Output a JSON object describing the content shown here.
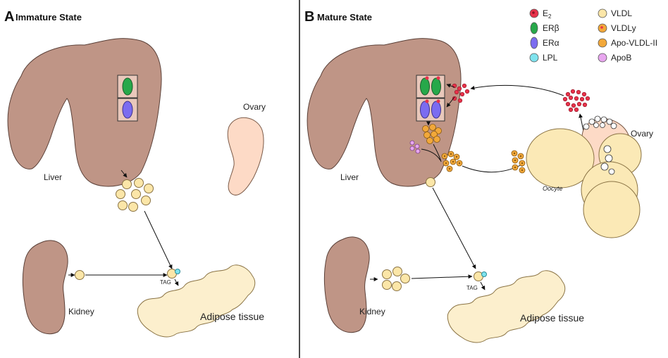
{
  "panels": {
    "a": {
      "letter": "A",
      "title": "Immature State",
      "labels": {
        "liver": "Liver",
        "ovary": "Ovary",
        "kidney": "Kidney",
        "adipose": "Adipose tissue",
        "tag": "TAG"
      }
    },
    "b": {
      "letter": "B",
      "title": "Mature State",
      "labels": {
        "liver": "Liver",
        "ovary": "Ovary",
        "kidney": "Kidney",
        "adipose": "Adipose tissue",
        "tag": "TAG",
        "oocyte": "Oocyte"
      }
    }
  },
  "legend": [
    {
      "label": "E",
      "sub": "2",
      "color": "#e8324a",
      "marker": "circle-dot"
    },
    {
      "label": "VLDL",
      "sub": "",
      "color": "#fbe6a8",
      "marker": "circle"
    },
    {
      "label": "ERβ",
      "sub": "",
      "color": "#27a84a",
      "marker": "ellipse"
    },
    {
      "label": "VLDLy",
      "sub": "",
      "color": "#f2a83a",
      "marker": "circle-dot"
    },
    {
      "label": "ERα",
      "sub": "",
      "color": "#7b6cf0",
      "marker": "ellipse"
    },
    {
      "label": "Apo-VLDL-II",
      "sub": "",
      "color": "#f2a83a",
      "marker": "circle"
    },
    {
      "label": "LPL",
      "sub": "",
      "color": "#7fe3ee",
      "marker": "circle"
    },
    {
      "label": "ApoB",
      "sub": "",
      "color": "#e8a6ef",
      "marker": "circle"
    }
  ],
  "colors": {
    "organ": "#bf9586",
    "ovary_immature": "#fddac6",
    "vldl": "#fbe6a8",
    "adipose": "#fcefcd",
    "oocyte": "#fbe9b6",
    "e2": "#e8324a",
    "er_beta": "#27a84a",
    "er_alpha": "#7b6cf0",
    "lpl": "#7fe3ee",
    "apob": "#e8a6ef",
    "vldly": "#f2a83a"
  }
}
